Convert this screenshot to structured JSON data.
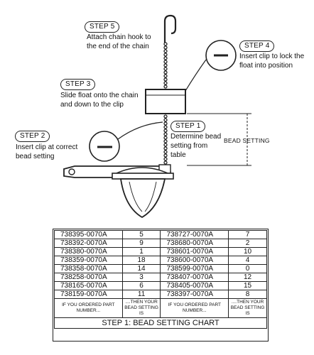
{
  "steps": [
    {
      "badge": "STEP 5",
      "lines": [
        "Attach chain hook to",
        "the end of the chain"
      ]
    },
    {
      "badge": "STEP 4",
      "lines": [
        "Insert clip to lock the",
        "float into position"
      ]
    },
    {
      "badge": "STEP 3",
      "lines": [
        "Slide float onto the chain",
        "and down to the clip"
      ]
    },
    {
      "badge": "STEP 1",
      "lines": [
        "Determine bead",
        "setting from",
        "table"
      ]
    },
    {
      "badge": "STEP 2",
      "lines": [
        "Insert clip at correct",
        "bead setting"
      ]
    }
  ],
  "bead_setting_label": "BEAD SETTING",
  "chart": {
    "rows": [
      {
        "part1": "738395-0070A",
        "bead1": "5",
        "part2": "738727-0070A",
        "bead2": "7"
      },
      {
        "part1": "738392-0070A",
        "bead1": "9",
        "part2": "738680-0070A",
        "bead2": "2"
      },
      {
        "part1": "738380-0070A",
        "bead1": "1",
        "part2": "738601-0070A",
        "bead2": "10"
      },
      {
        "part1": "738359-0070A",
        "bead1": "18",
        "part2": "738600-0070A",
        "bead2": "4"
      },
      {
        "part1": "738358-0070A",
        "bead1": "14",
        "part2": "738599-0070A",
        "bead2": "0"
      },
      {
        "part1": "738258-0070A",
        "bead1": "3",
        "part2": "738407-0070A",
        "bead2": "12"
      },
      {
        "part1": "738165-0070A",
        "bead1": "6",
        "part2": "738405-0070A",
        "bead2": "15"
      },
      {
        "part1": "738159-0070A",
        "bead1": "11",
        "part2": "738397-0070A",
        "bead2": "8"
      }
    ],
    "header": {
      "part_col": "IF YOU ORDERED PART NUMBER...",
      "bead_col": "....THEN YOUR BEAD SETTING IS"
    },
    "title": "STEP 1: BEAD SETTING CHART"
  }
}
